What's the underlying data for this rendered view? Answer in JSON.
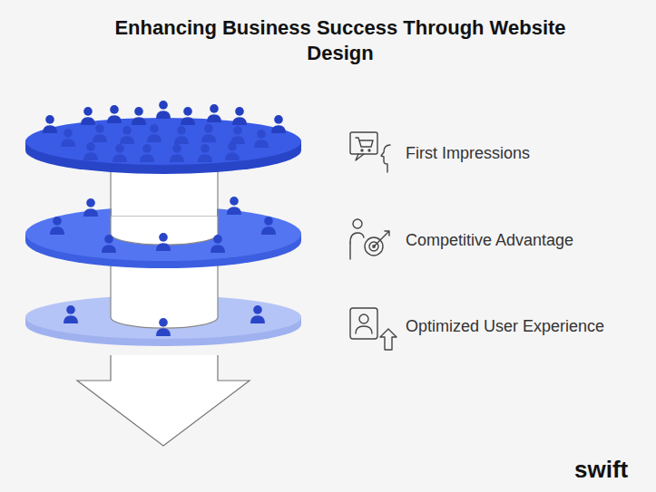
{
  "diagram": {
    "title": "Enhancing Business Success Through Website Design",
    "labels": [
      "First Impressions",
      "Competitive Advantage",
      "Optimized User Experience",
      "swift"
    ]
  }
}
